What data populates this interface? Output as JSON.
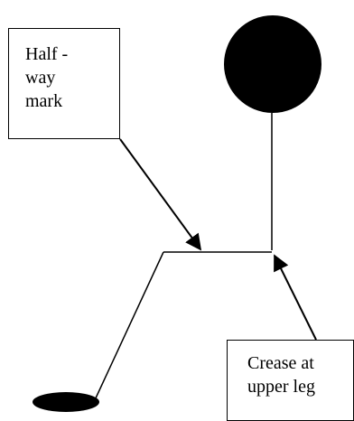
{
  "labels": {
    "halfway_mark": [
      "Half -",
      "way",
      "mark"
    ],
    "crease_upper_leg": [
      "Crease at",
      "upper leg"
    ]
  },
  "colors": {
    "ink": "#000000",
    "background": "#ffffff"
  }
}
